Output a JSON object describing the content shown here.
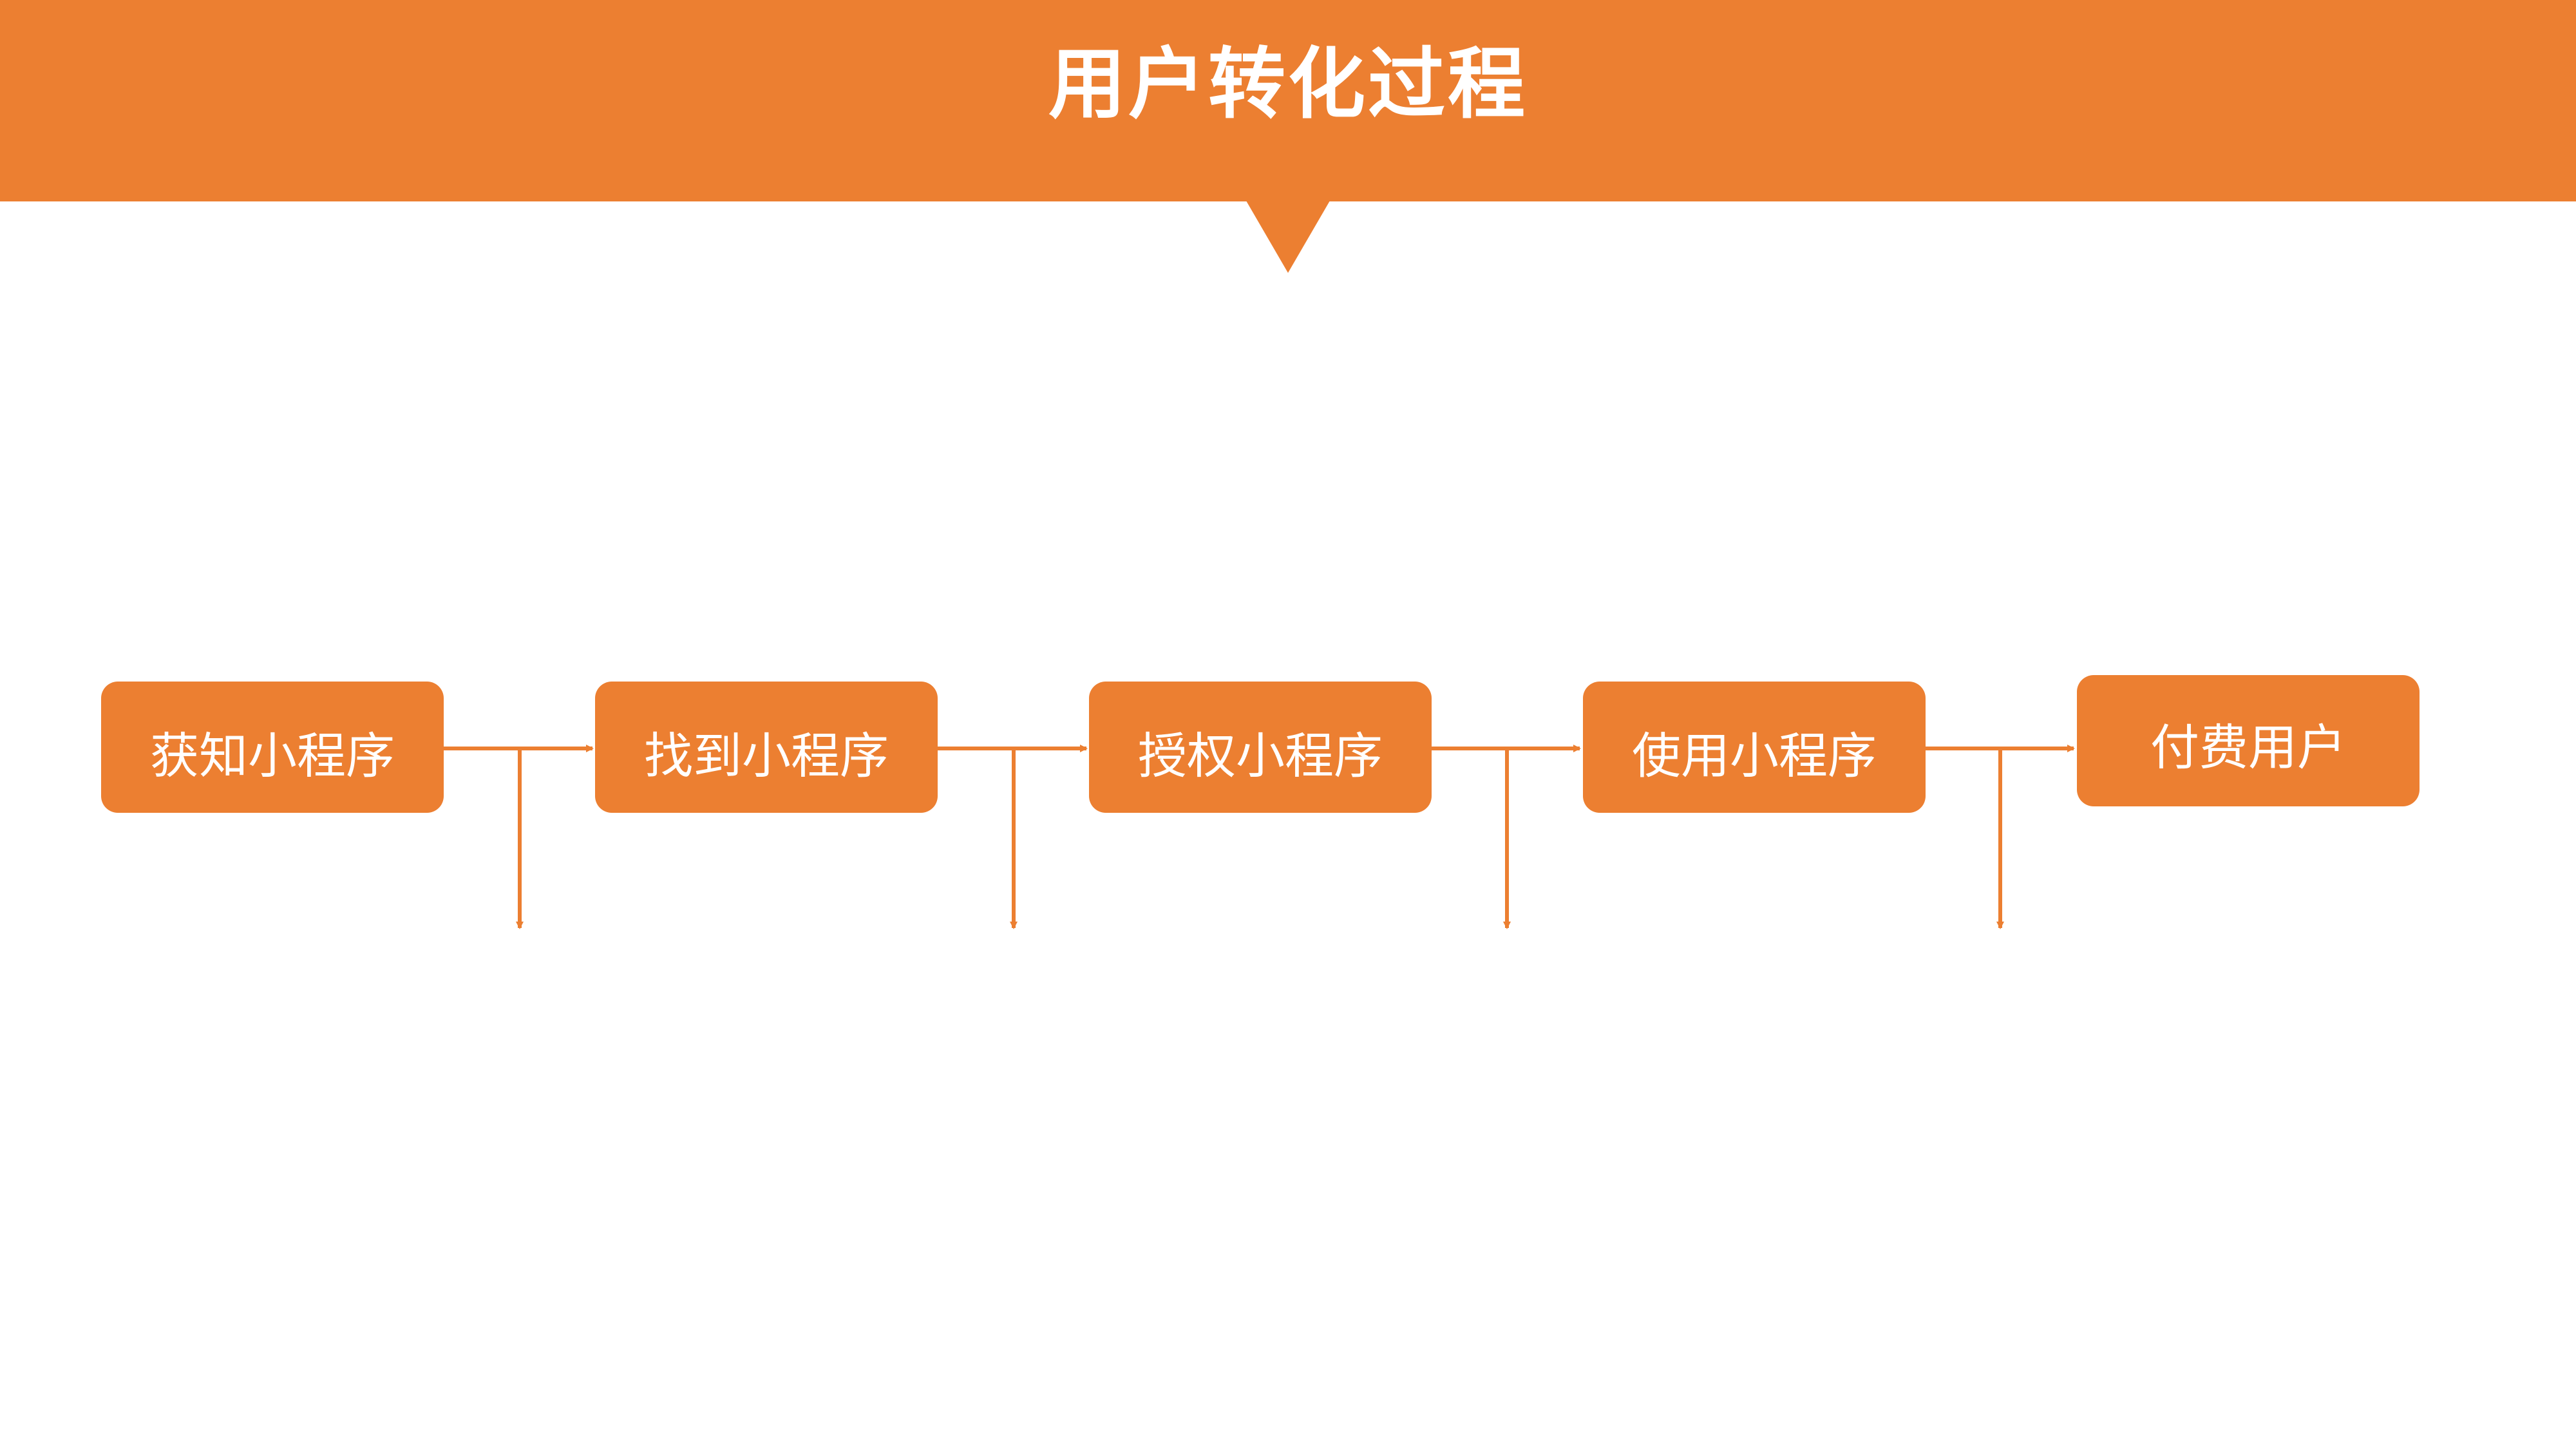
{
  "header": {
    "title": "用户转化过程"
  },
  "flow": {
    "steps": [
      {
        "label": "获知小程序"
      },
      {
        "label": "找到小程序"
      },
      {
        "label": "授权小程序"
      },
      {
        "label": "使用小程序"
      },
      {
        "label": "付费用户"
      }
    ]
  },
  "colors": {
    "accent": "#ec7f31",
    "background": "#ffffff",
    "text_on_accent": "#ffffff"
  }
}
